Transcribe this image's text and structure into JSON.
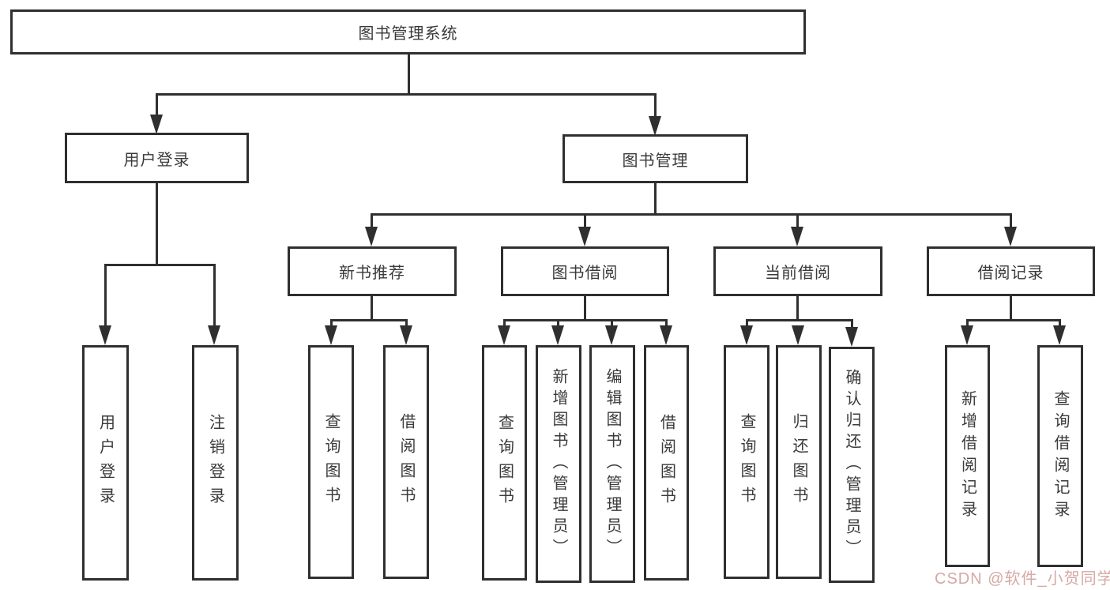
{
  "diagram": {
    "title": "图书管理系统",
    "nodes": {
      "root": "图书管理系统",
      "user_login": "用户登录",
      "book_mgmt": "图书管理",
      "new_book_rec": "新书推荐",
      "book_borrow": "图书借阅",
      "current_borrow": "当前借阅",
      "borrow_record": "借阅记录",
      "leaf_user_login": "用户登录",
      "leaf_logout": "注销登录",
      "leaf_query_book_1": "查询图书",
      "leaf_borrow_book_1": "借阅图书",
      "leaf_query_book_2": "查询图书",
      "leaf_add_book_admin": "新增图书（管理员）",
      "leaf_edit_book_admin": "编辑图书（管理员）",
      "leaf_borrow_book_2": "借阅图书",
      "leaf_query_book_3": "查询图书",
      "leaf_return_book": "归还图书",
      "leaf_confirm_return_admin": "确认归还（管理员）",
      "leaf_add_borrow_record": "新增借阅记录",
      "leaf_query_borrow_record": "查询借阅记录"
    },
    "colors": {
      "line": "#2f2f2f",
      "text": "#3a3a3a",
      "background": "#ffffff",
      "watermark": "#d5a9a4"
    }
  },
  "watermark": "CSDN @软件_小贺同学"
}
